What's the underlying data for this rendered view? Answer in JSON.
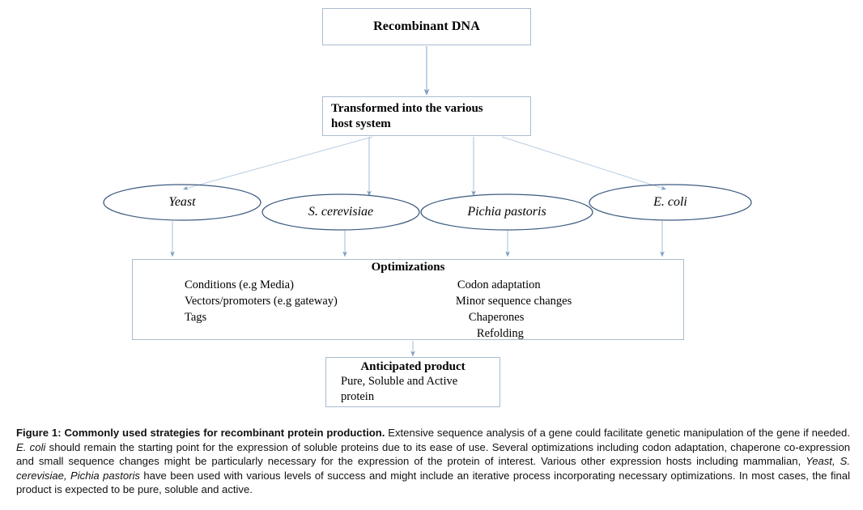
{
  "figure": {
    "boxes": {
      "recombinant_dna": {
        "title": "Recombinant DNA"
      },
      "transformed": {
        "line1": "Transformed into the various",
        "line2": "host system"
      },
      "optimizations": {
        "title": "Optimizations",
        "left_items": [
          "Conditions (e.g Media)",
          "Vectors/promoters (e.g gateway)",
          "Tags"
        ],
        "right_items": [
          "Codon adaptation",
          "Minor sequence changes",
          "Chaperones",
          "Refolding"
        ]
      },
      "anticipated": {
        "title": "Anticipated product",
        "line1": "Pure, Soluble and  Active",
        "line2": "protein"
      }
    },
    "hosts": [
      {
        "label": "Yeast"
      },
      {
        "label": "S. cerevisiae"
      },
      {
        "label": "Pichia pastoris"
      },
      {
        "label": "E. coli"
      }
    ],
    "colors": {
      "box_border": "#a8bcd0",
      "ellipse_stroke": "#3c5a80",
      "arrow": "#7f9fc4",
      "text": "#000000"
    }
  },
  "caption": {
    "label": "Figure 1: Commonly used strategies for recombinant protein production.",
    "part1": " Extensive sequence analysis of a gene could facilitate genetic manipulation of the gene if needed. ",
    "em1": "E. coli",
    "part2": " should remain the starting point for the expression of soluble proteins due to its ease of use. Several optimizations including codon adaptation, chaperone co-expression and small sequence changes might be particularly necessary for the expression of the protein of interest. Various other expression hosts including mammalian, ",
    "em2": "Yeast, S. cerevisiae, Pichia pastoris",
    "part3": " have been used with various levels of success and might include an iterative process incorporating necessary optimizations. In most cases, the final product is expected to be pure, soluble and active."
  }
}
